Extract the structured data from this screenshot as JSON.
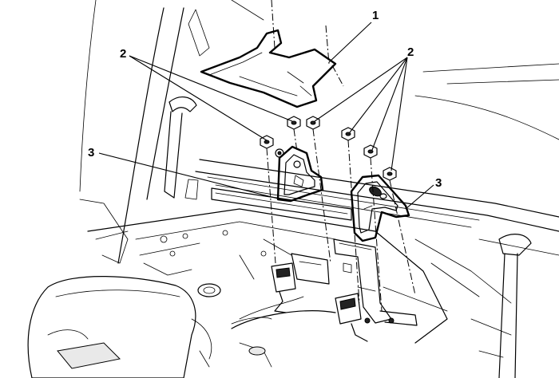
{
  "callouts": {
    "c1": "1",
    "c2_left": "2",
    "c2_right": "2",
    "c3_left": "3",
    "c3_right": "3"
  }
}
